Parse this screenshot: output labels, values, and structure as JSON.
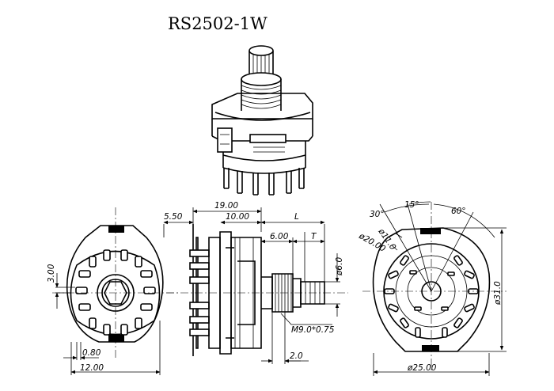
{
  "title": "RS2502-1W",
  "side_view": {
    "dims": {
      "d_5_50": "5.50",
      "d_19_00": "19.00",
      "d_10_00": "10.00",
      "d_L": "L",
      "d_6_00": "6.00",
      "d_T": "T",
      "d_phi6": "ø6.0",
      "d_thread": "M9.0*0.75",
      "d_2_0": "2.0"
    }
  },
  "left_view": {
    "dims": {
      "d_3_00": "3.00",
      "d_0_80": "0.80",
      "d_12_00": "12.00"
    }
  },
  "right_view": {
    "dims": {
      "a_30": "30°",
      "a_15": "15°",
      "a_60": "60°",
      "d_phi11": "ø11.0",
      "d_phi20": "ø20.00",
      "d_phi31": "ø31.0",
      "d_phi25": "ø25.00"
    }
  }
}
